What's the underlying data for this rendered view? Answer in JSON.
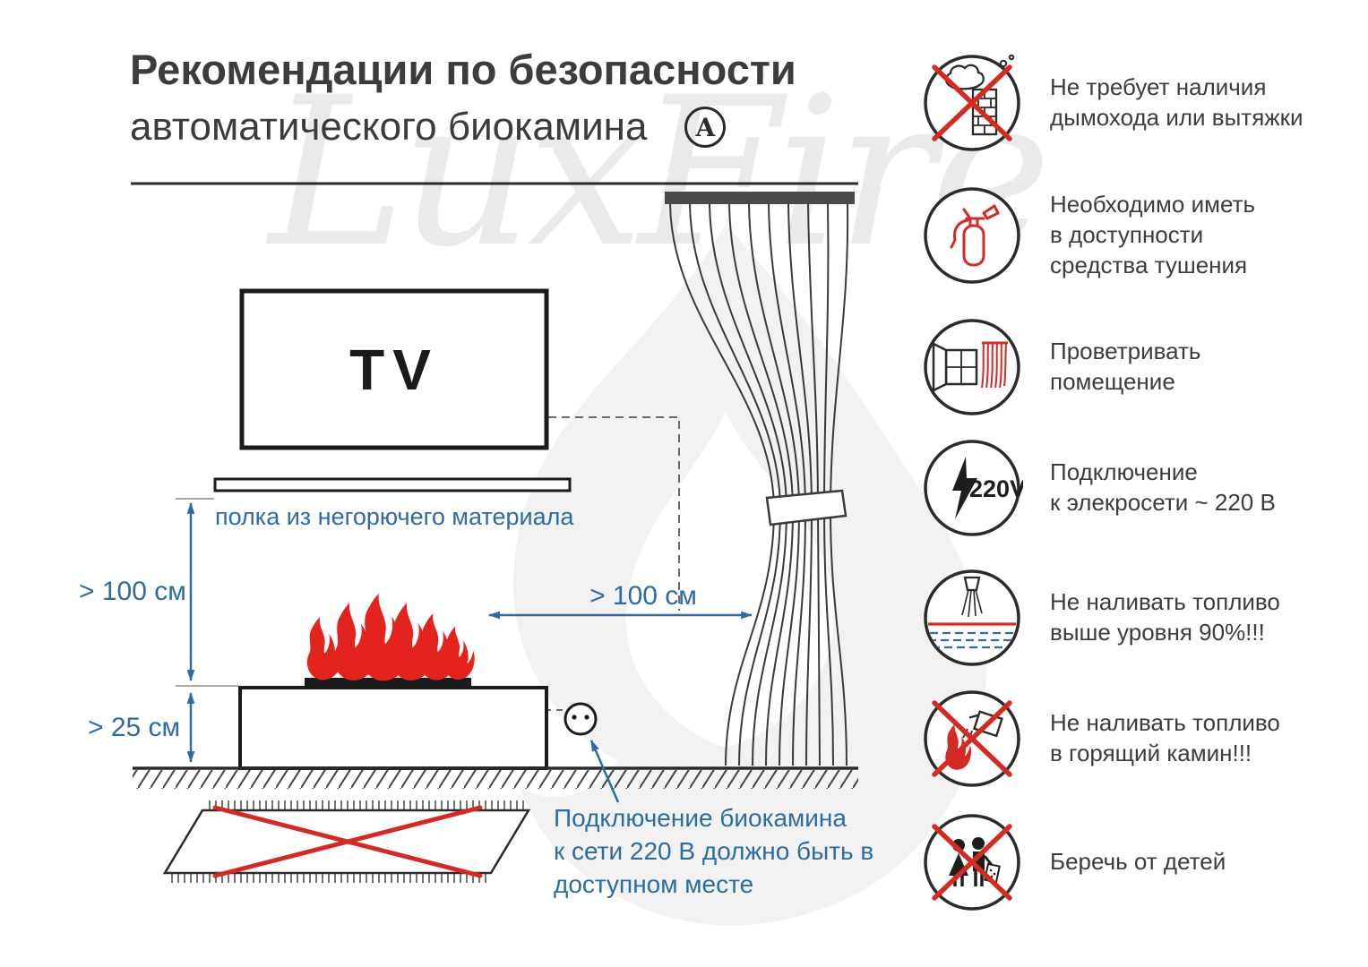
{
  "title": {
    "line1": "Рекомендации по безопасности",
    "line2": "автоматического биокамина",
    "badge_letter": "A"
  },
  "watermark_text": "LuxFire",
  "colors": {
    "accent_blue": "#2d6ca2",
    "alert_red": "#d42a24",
    "line_dark": "#2b2b2b",
    "flame_red": "#e3231e"
  },
  "diagram": {
    "tv_label": "TV",
    "shelf_label": "полка из негорючего материала",
    "vertical_dim_label": "> 100 см",
    "base_dim_label": "> 25 см",
    "horizontal_dim_label": "> 100 см",
    "socket_note": "Подключение биокамина\nк сети 220 В должно быть в\nдоступном месте"
  },
  "safety_items": [
    {
      "icon": "no-chimney-icon",
      "text": "Не требует наличия\nдымохода или вытяжки"
    },
    {
      "icon": "extinguisher-icon",
      "text": "Необходимо иметь\nв доступности\nсредства тушения"
    },
    {
      "icon": "ventilation-icon",
      "text": "Проветривать\nпомещение"
    },
    {
      "icon": "power-220v-icon",
      "icon_label": "220V",
      "text": "Подключение\nк элекросети ~ 220 В"
    },
    {
      "icon": "fuel-level-icon",
      "text": "Не наливать топливо\nвыше уровня 90%!!!"
    },
    {
      "icon": "no-refill-burning-icon",
      "text": "Не наливать топливо\nв горящий камин!!!"
    },
    {
      "icon": "keep-from-children-icon",
      "text": "Беречь от детей"
    }
  ]
}
